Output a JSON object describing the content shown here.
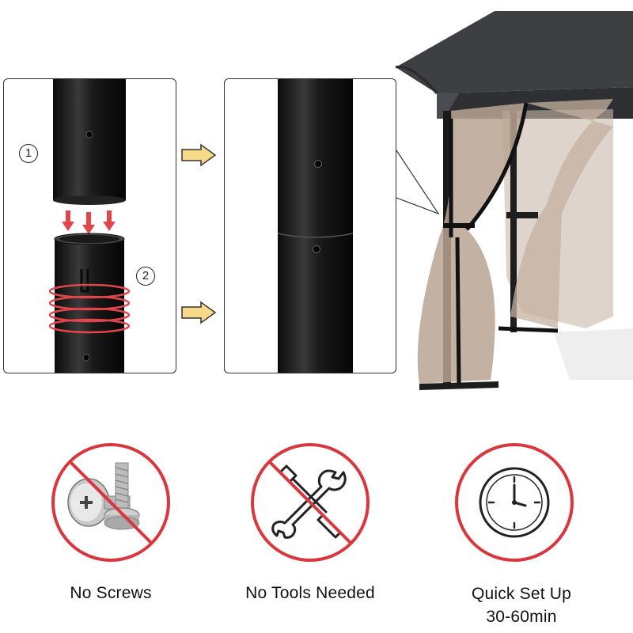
{
  "steps": {
    "step1": "1",
    "step2": "2"
  },
  "features": [
    {
      "label": "No Screws",
      "icon": "no-screws-icon"
    },
    {
      "label": "No Tools Needed",
      "icon": "no-tools-icon"
    },
    {
      "label_line1": "Quick Set Up",
      "label_line2": "30-60min",
      "icon": "clock-icon"
    }
  ],
  "colors": {
    "accent_red": "#d9363e",
    "pole_black": "#1c1c1c",
    "arrow_yellow": "#f7d98a",
    "canopy_gray": "#3d3f42",
    "mesh_tan": "#b9a593"
  }
}
